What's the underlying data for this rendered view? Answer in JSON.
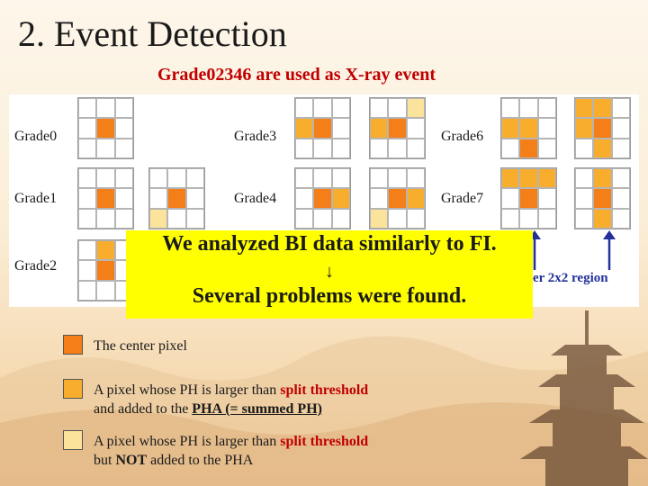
{
  "slide": {
    "title": "2. Event Detection",
    "subtitle": "Grade02346 are used as X-ray event"
  },
  "grades": {
    "grade0": "Grade0",
    "grade1": "Grade1",
    "grade2": "Grade2",
    "grade3": "Grade3",
    "grade4": "Grade4",
    "grade6": "Grade6",
    "grade7": "Grade7"
  },
  "region_label": "er 2x2 region",
  "callout": {
    "line1": "We analyzed BI data similarly to FI.",
    "arrow": "↓",
    "line2": "Several problems were found."
  },
  "legend": {
    "center": {
      "text": "The center pixel",
      "color": "#f47e17"
    },
    "split_added": {
      "before": "A pixel whose PH is larger than ",
      "threshold": "split threshold",
      "mid": "and added to the ",
      "pha": "PHA (= summed PH)",
      "color": "#f8ad2c"
    },
    "split_not_added": {
      "before": "A pixel whose PH is larger than ",
      "threshold": "split threshold",
      "mid_a": "but ",
      "not": "NOT",
      "mid_b": " added to the PHA",
      "color": "#fce39b"
    }
  },
  "colors": {
    "title_red": "#c00000",
    "callout_yellow": "#ffff00",
    "region_blue": "#22319a"
  }
}
